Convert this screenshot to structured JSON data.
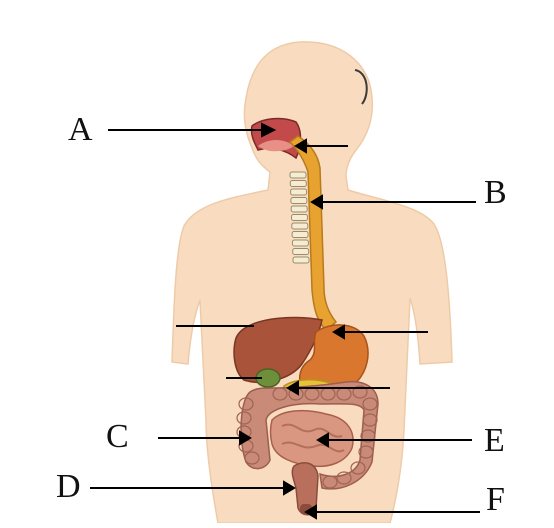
{
  "labels": {
    "a": "A",
    "b": "B",
    "c": "C",
    "d": "D",
    "e": "E",
    "f": "F"
  },
  "colors": {
    "skin": "#f9dcbf",
    "skin_edge": "#eecba8",
    "esophagus": "#e8a230",
    "liver": "#a8533a",
    "stomach": "#d9772e",
    "gallbladder": "#6e8f3a",
    "pancreas": "#e6c23a",
    "large_intestine": "#c98a78",
    "small_intestine": "#d99680",
    "rectum": "#b8705c",
    "line": "#000000"
  },
  "icons": [
    "trachea-rings",
    "mouth-cavity"
  ]
}
